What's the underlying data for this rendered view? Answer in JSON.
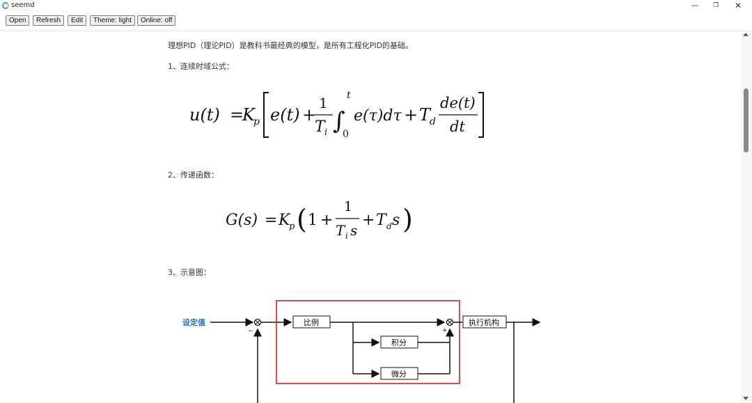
{
  "window": {
    "title": "seemd",
    "controls": {
      "minimize": "—",
      "maximize": "❐",
      "close": "✕"
    }
  },
  "toolbar": {
    "open_label": "Open",
    "refresh_label": "Refresh",
    "edit_label": "Edit",
    "theme_label": "Theme: light",
    "online_label": "Online: off"
  },
  "document": {
    "intro": "理想PID（理论PID）是教科书最经典的模型，是所有工程化PID的基础。",
    "section1": "1、连续时域公式：",
    "section2": "2、传递函数：",
    "section3": "3、示意图：",
    "formula1": {
      "lhs": "u(t)",
      "eq": "=",
      "k": "K",
      "k_sub": "p",
      "e": "e(t)",
      "plus": "+",
      "one": "1",
      "ti": "T",
      "ti_sub": "i",
      "int": "∫",
      "upper": "t",
      "lower": "0",
      "integrand": "e(τ)dτ",
      "td": "T",
      "td_sub": "d",
      "num": "de(t)",
      "den": "dt"
    },
    "formula2": {
      "lhs": "G(s)",
      "eq": "=",
      "k": "K",
      "k_sub": "p",
      "open": "(",
      "one": "1",
      "plus": "+",
      "frac_num": "1",
      "frac_den": "T",
      "frac_den_sub": "i",
      "frac_den_s": "s",
      "td": "T",
      "td_sub": "d",
      "td_s": "s",
      "close": ")"
    },
    "diagram": {
      "setpoint": "设定值",
      "proportional": "比例",
      "integral": "积分",
      "derivative": "微分",
      "actuator": "执行机构",
      "minus_sign": "−",
      "plus_sign": "+"
    }
  }
}
